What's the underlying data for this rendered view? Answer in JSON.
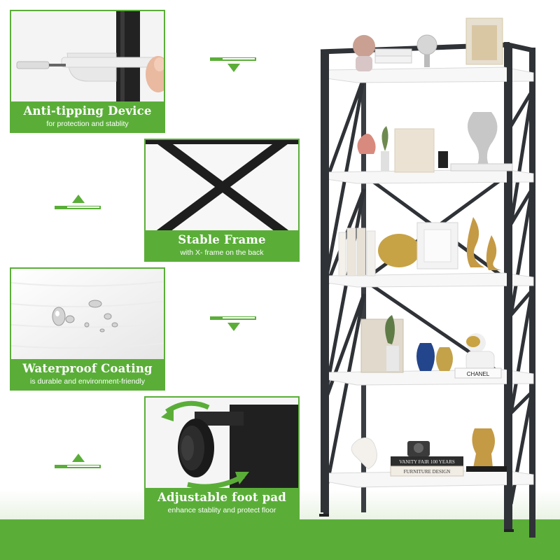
{
  "features": [
    {
      "title": "Anti-tipping Device",
      "subtitle": "for protection and stablity"
    },
    {
      "title": "Stable Frame",
      "subtitle": "with X- frame on the back"
    },
    {
      "title": "Waterproof Coating",
      "subtitle": "is durable and environment-friendly"
    },
    {
      "title": "Adjustable foot pad",
      "subtitle": "enhance stablity and protect floor"
    }
  ],
  "decor_text": {
    "book_brand": "CHANEL",
    "book_1": "VANITY FAIR 100 YEARS",
    "book_2": "FURNITURE DESIGN"
  },
  "colors": {
    "accent": "#5aae38",
    "frame": "#2f3236",
    "shelf": "#f7f7f7"
  }
}
